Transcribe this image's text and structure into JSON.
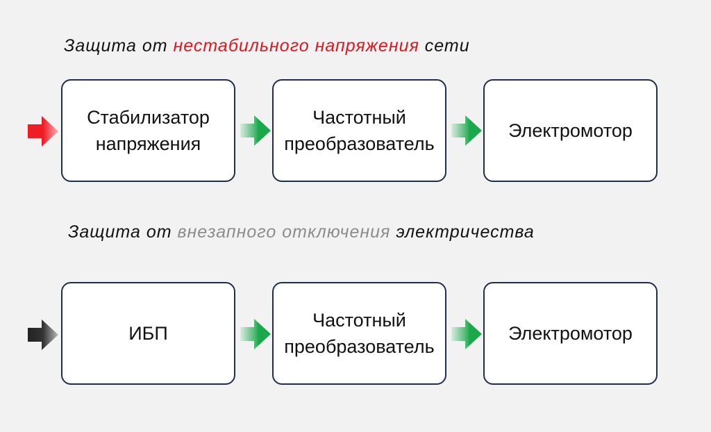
{
  "rows": [
    {
      "title": {
        "part1": "Защита от ",
        "highlight": "нестабильного напряжения",
        "part2": " сети",
        "highlight_color": "#e8141c"
      },
      "input_arrow_color": "#ee1c25",
      "boxes": [
        {
          "line1": "Стабилизатор",
          "line2": "напряжения"
        },
        {
          "line1": "Частотный",
          "line2": "преобразователь"
        },
        {
          "line1": "Электромотор",
          "line2": ""
        }
      ]
    },
    {
      "title": {
        "part1": "Защита от ",
        "highlight": "внезапного отключения",
        "part2": " электричества",
        "highlight_color": "#8c8c8c"
      },
      "input_arrow_color": "#222222",
      "boxes": [
        {
          "line1": "ИБП",
          "line2": ""
        },
        {
          "line1": "Частотный",
          "line2": "преобразователь"
        },
        {
          "line1": "Электромотор",
          "line2": ""
        }
      ]
    }
  ],
  "connector_color": "#1aa84a"
}
